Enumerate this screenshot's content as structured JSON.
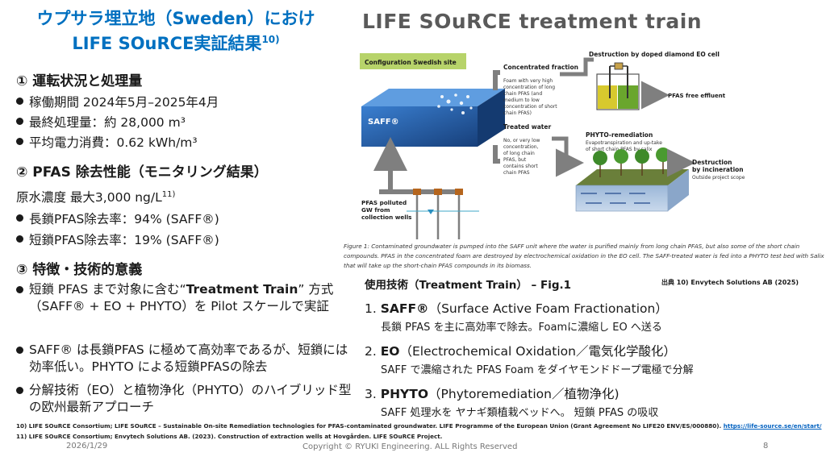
{
  "title": {
    "line1": "ウプサラ埋立地（Sweden）におけ",
    "line2": "LIFE SOuRCE実証結果",
    "sup": "10)"
  },
  "sections": {
    "s1": {
      "heading": "① 運転状況と処理量",
      "items": [
        "稼働期間 2024年5月–2025年4月",
        "最終処理量：約 28,000 m³",
        "平均電力消費：0.62 kWh/m³"
      ]
    },
    "s2": {
      "heading": "② PFAS 除去性能（モニタリング結果）",
      "intro": "原水濃度 最大3,000 ng/L",
      "intro_sup": "11)",
      "items": [
        "長鎖PFAS除去率：94% (SAFF®)",
        "短鎖PFAS除去率：19% (SAFF®)"
      ]
    },
    "s3": {
      "heading": "③ 特徴・技術的意義",
      "b1_pre": "短鎖 PFAS まで対象に含む“",
      "b1_bold": "Treatment Train",
      "b1_post": "” 方式（SAFF® + EO + PHYTO）を Pilot スケールで実証",
      "b2": "SAFF® は長鎖PFAS に極めて高効率であるが、短鎖には効率低い。PHYTO による短鎖PFASの除去",
      "b3": "分解技術（EO）と植物浄化（PHYTO）のハイブリッド型の欧州最新アプローチ"
    }
  },
  "diagram": {
    "title": "LIFE SOuRCE treatment train",
    "config_label": "Configuration Swedish site",
    "saff_label": "SAFF®",
    "conc_head": "Concentrated fraction",
    "conc_body": [
      "Foam with very high",
      "concentration of long",
      "chain PFAS (and",
      "medium to low",
      "concentration of short",
      "chain PFAS)"
    ],
    "treated_head": "Treated water",
    "treated_body": [
      "No, or very low",
      "concentration,",
      "of long chain",
      "PFAS, but",
      "contains short",
      "chain PFAS"
    ],
    "destr_head": "Destruction by doped diamond EO cell",
    "free_effluent": "PFAS free effluent",
    "phyto_head": "PHYTO-remediation",
    "phyto_body": [
      "Evapotranspiration and up-take",
      "of short chain PFAS by salix"
    ],
    "incin_head": "Destruction by incineration",
    "incin_sub": "Outside project scope",
    "gw_label": [
      "PFAS polluted",
      "GW from",
      "collection wells"
    ]
  },
  "caption": "Figure 1: Contaminated groundwater is pumped into the SAFF unit where the water is purified mainly from long chain PFAS, but also some of the short chain compounds. PFAS in the concentrated foam are destroyed by electrochemical oxidation in the EO cell. The SAFF-treated water is fed into a PHYTO test bed with Salix that will take up the short-chain PFAS compounds in its biomass.",
  "tech": {
    "heading": "使用技術（Treatment Train） – Fig.1",
    "source": "出典 10) Envytech Solutions AB (2025)",
    "t1_num": "1. ",
    "t1_bold": "SAFF®",
    "t1_rest": "（Surface Active Foam Fractionation）",
    "t1_desc": "長鎖 PFAS を主に高効率で除去。Foamに濃縮し EO へ送る",
    "t2_num": "2. ",
    "t2_bold": "EO",
    "t2_rest": "（Electrochemical Oxidation／電気化学酸化）",
    "t2_desc": "SAFF で濃縮された PFAS Foam をダイヤモンドドープ電極で分解",
    "t3_num": "3. ",
    "t3_bold": "PHYTO",
    "t3_rest": "（Phytoremediation／植物浄化)",
    "t3_desc": "SAFF 処理水を ヤナギ類植栽ベッドへ。 短鎖 PFAS の吸収"
  },
  "refs": {
    "r10": "10) LIFE SOuRCE Consortium; LIFE SOuRCE – Sustainable On-site Remediation technologies for PFAS-contaminated groundwater. LIFE Programme of the European Union (Grant Agreement No LIFE20 ENV/ES/000880).",
    "r10_link": "https://life-source.se/en/start/",
    "r11": "11) LIFE SOuRCE Consortium; Envytech Solutions AB. (2023). Construction of extraction wells at Hovgården. LIFE SOuRCE Project."
  },
  "footer": {
    "date": "2026/1/29",
    "copyright": "Copyright © RYUKI Engineering. ALL Rights Reserved",
    "page": "8"
  },
  "colors": {
    "title_blue": "#0070c0",
    "saff_box": "#1f5fa8",
    "config_green": "#b7d36a",
    "arrow_gray": "#7f7f7f"
  }
}
